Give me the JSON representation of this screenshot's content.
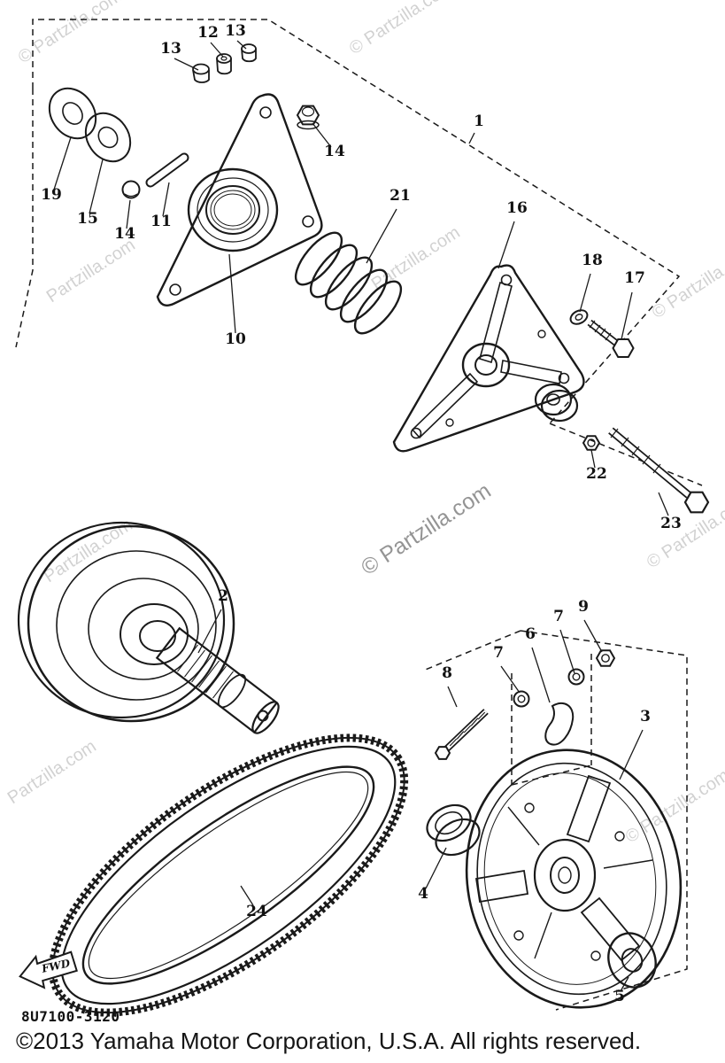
{
  "diagram": {
    "callouts": {
      "n1": "1",
      "n2": "2",
      "n3": "3",
      "n4": "4",
      "n5": "5",
      "n6": "6",
      "n7a": "7",
      "n7b": "7",
      "n8": "8",
      "n9": "9",
      "n10": "10",
      "n11": "11",
      "n12": "12",
      "n13a": "13",
      "n13b": "13",
      "n14a": "14",
      "n14b": "14",
      "n15": "15",
      "n16": "16",
      "n17": "17",
      "n18": "18",
      "n19": "19",
      "n21": "21",
      "n22": "22",
      "n23": "23",
      "n24": "24"
    },
    "fwd_label": "FWD"
  },
  "watermark": {
    "text": "© Partzilla.com",
    "text_short": "Partzilla.com"
  },
  "footer": {
    "part_code": "8U7100-3120",
    "copyright": "©2013 Yamaha Motor Corporation, U.S.A. All rights reserved."
  }
}
